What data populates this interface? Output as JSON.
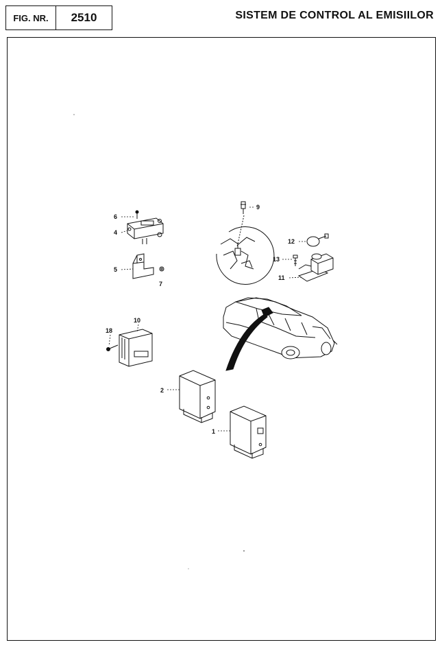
{
  "header": {
    "fig_label": "FIG. NR.",
    "fig_number": "2510",
    "title": "SISTEM DE CONTROL AL EMISIILOR"
  },
  "callouts": {
    "c1": "1",
    "c2": "2",
    "c4": "4",
    "c5": "5",
    "c6": "6",
    "c7": "7",
    "c9": "9",
    "c10": "10",
    "c11": "11",
    "c12": "12",
    "c13": "13",
    "c18": "18"
  }
}
